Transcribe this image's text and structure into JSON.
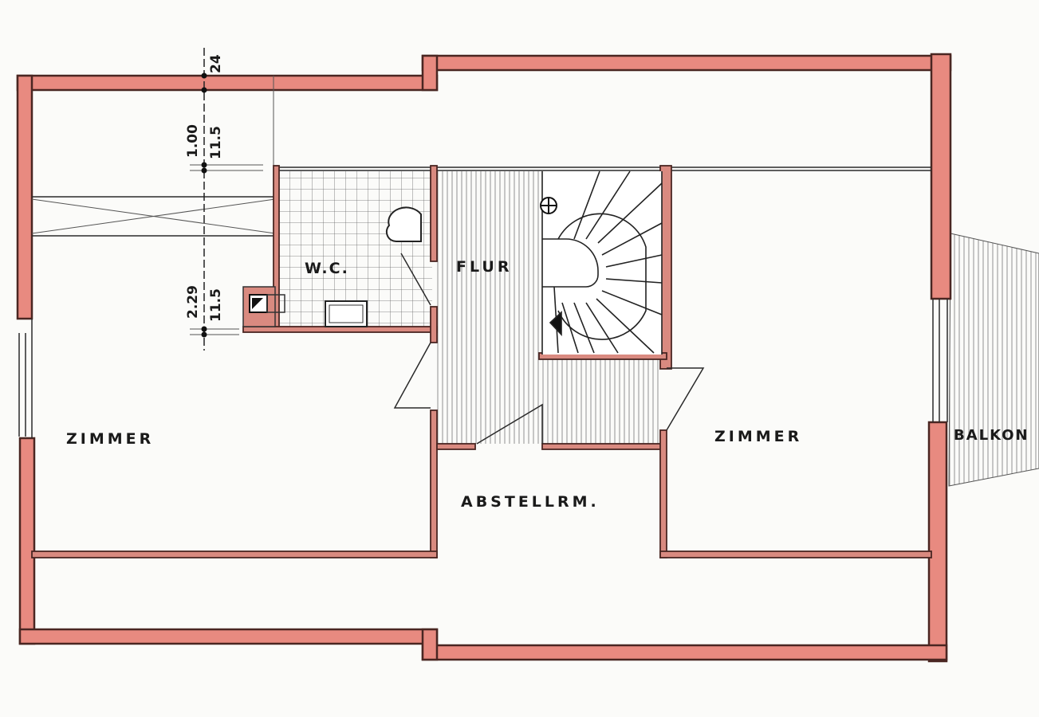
{
  "rooms": {
    "zimmer_left": "ZIMMER",
    "wc": "W.C.",
    "flur": "FLUR",
    "abstellraum": "ABSTELLRM.",
    "zimmer_right": "ZIMMER",
    "balkon": "BALKON"
  },
  "dimensions": {
    "wall_top": "24",
    "height_upper": "1.00",
    "wall_upper": "11.5",
    "height_lower": "2.29",
    "wall_lower": "11.5"
  },
  "colors": {
    "wall_fill": "#e88a80",
    "wall_outline": "#4a2622",
    "paper": "#fbfbf9"
  }
}
